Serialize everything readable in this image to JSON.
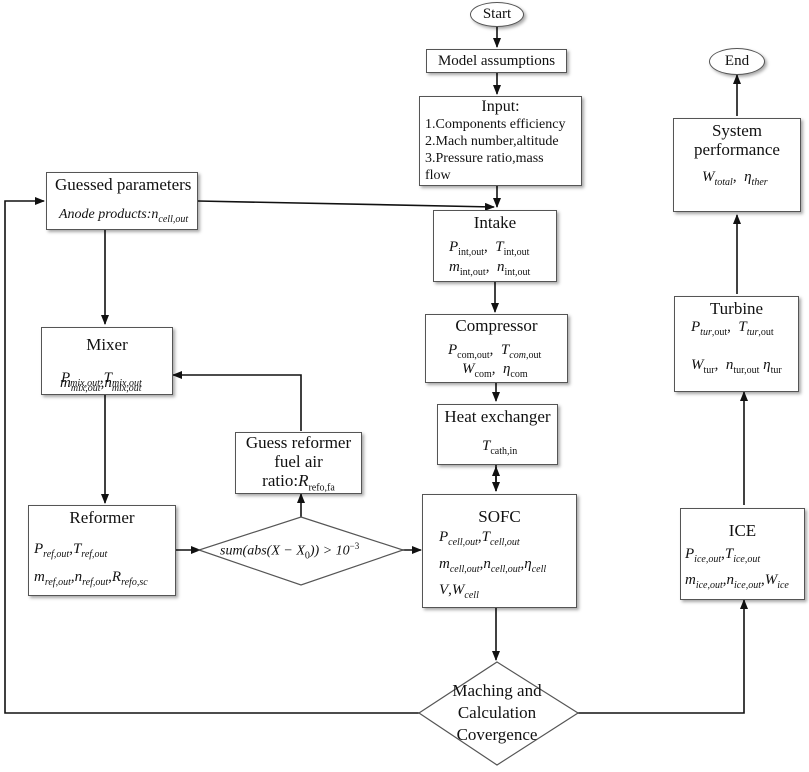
{
  "start": "Start",
  "end": "End",
  "assumptions": "Model assumptions",
  "input": {
    "title": "Input:",
    "lines": [
      "1.Components efficiency",
      "2.Mach number,altitude",
      "3.Pressure ratio,mass",
      "flow"
    ]
  },
  "guessed": {
    "title": "Guessed parameters",
    "anode": "Anode products:"
  },
  "intake": {
    "title": "Intake"
  },
  "compressor": {
    "title": "Compressor"
  },
  "heat_exchanger": {
    "title": "Heat exchanger"
  },
  "sofc": {
    "title": "SOFC"
  },
  "mixer": {
    "title": "Mixer"
  },
  "reformer": {
    "title": "Reformer"
  },
  "guess_reformer": {
    "line1": "Guess reformer",
    "line2": "fuel air",
    "line3": "ratio:"
  },
  "condition": {
    "text": "sum(abs(X − X",
    "sub": "0",
    "tail": ")) > 10",
    "sup": "−3"
  },
  "matching": {
    "line1": "Maching and",
    "line2": "Calculation",
    "line3": "Covergence"
  },
  "ice": {
    "title": "ICE"
  },
  "turbine": {
    "title": "Turbine"
  },
  "system": {
    "line1": "System",
    "line2": "performance"
  }
}
